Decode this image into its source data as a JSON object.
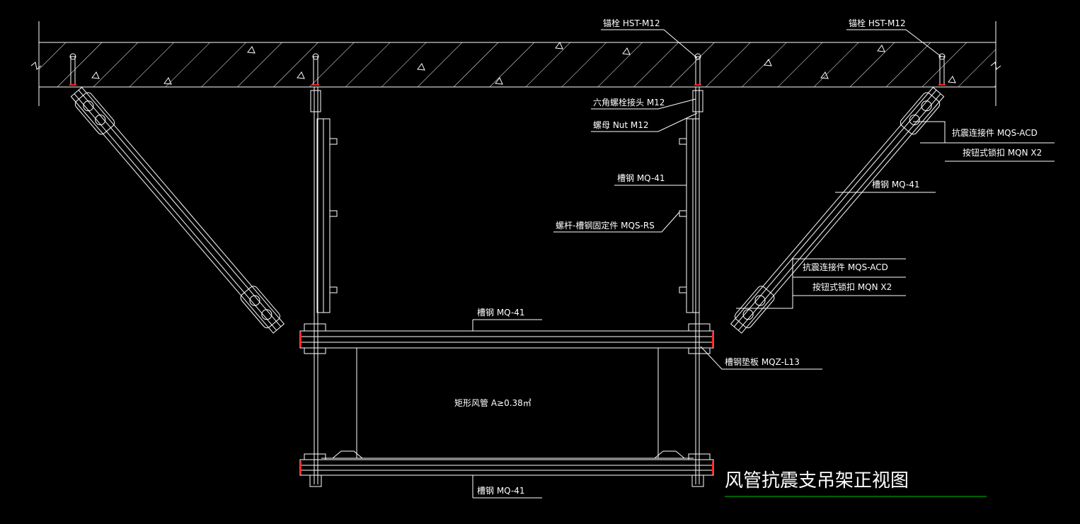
{
  "title": "风管抗震支吊架正视图",
  "labels": {
    "anchor_left": "锚栓 HST-M12",
    "anchor_right": "锚栓 HST-M12",
    "hex_connector": "六角螺栓接头 M12",
    "nut": "螺母 Nut M12",
    "channel_vertical": "槽钢 MQ-41",
    "rod_fixing": "螺杆-槽钢固定件 MQS-RS",
    "seismic_conn_top": "抗震连接件 MQS-ACD",
    "clip_top": "按钮式锁扣 MQN X2",
    "channel_brace": "槽钢 MQ-41",
    "seismic_conn_mid": "抗震连接件 MQS-ACD",
    "clip_mid": "按钮式锁扣 MQN X2",
    "channel_top_beam": "槽钢 MQ-41",
    "washer": "槽钢垫板 MQZ-L13",
    "duct": "矩形风管 A≥0.38㎡",
    "channel_bottom_beam": "槽钢 MQ-41"
  },
  "colors": {
    "background": "#000000",
    "line": "#ffffff",
    "accent_red": "#ff2020",
    "title_underline": "#00c000"
  }
}
